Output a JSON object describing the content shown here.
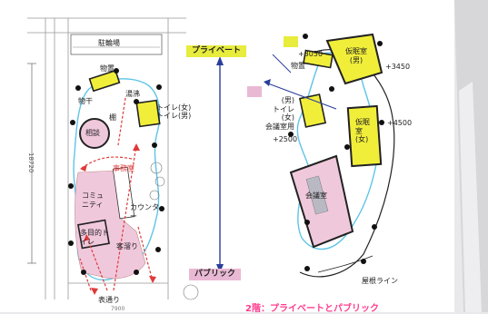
{
  "colors": {
    "private_tag": "#e8ec3c",
    "public_tag": "#e9b9d4",
    "room_pink": "#f0c8dc",
    "room_yellow": "#f1ee3a",
    "outline_blue": "#5fc4e6",
    "arrow_red": "#e03a3a",
    "axis_blue": "#2a3f9a",
    "caption_pink": "#ff3d8f"
  },
  "axis": {
    "top_label": "プライベート",
    "bottom_label": "パブリック"
  },
  "plan1": {
    "dimension": "18720",
    "bottom_dim": "7900",
    "street": "表通り",
    "rooms": {
      "bike": "駐輪場",
      "storage": "物置",
      "kitchen": "湯沸",
      "drying": "物干",
      "shelf": "棚",
      "toilets": "トイレ(女)\nトイレ(男)",
      "consult": "相談",
      "office": "事務室",
      "community": "コミュニティ",
      "counter": "カウンター",
      "mp_toilet": "多目的トイレ",
      "waiting": "客溜り"
    }
  },
  "plan2": {
    "levels": {
      "l3050": "+3050",
      "l3450": "+3450",
      "l4500": "+4500",
      "l2500": "+2500"
    },
    "rooms": {
      "storage": "物置",
      "nap_male": "仮眠室\n(男)",
      "toilets": "(男)\nトイレ\n(女)\n会議室用",
      "nap_female": "仮眠室(女)",
      "meeting": "会議室"
    },
    "roofline": "屋根ライン"
  },
  "caption": "2階：プライベートとパブリック"
}
